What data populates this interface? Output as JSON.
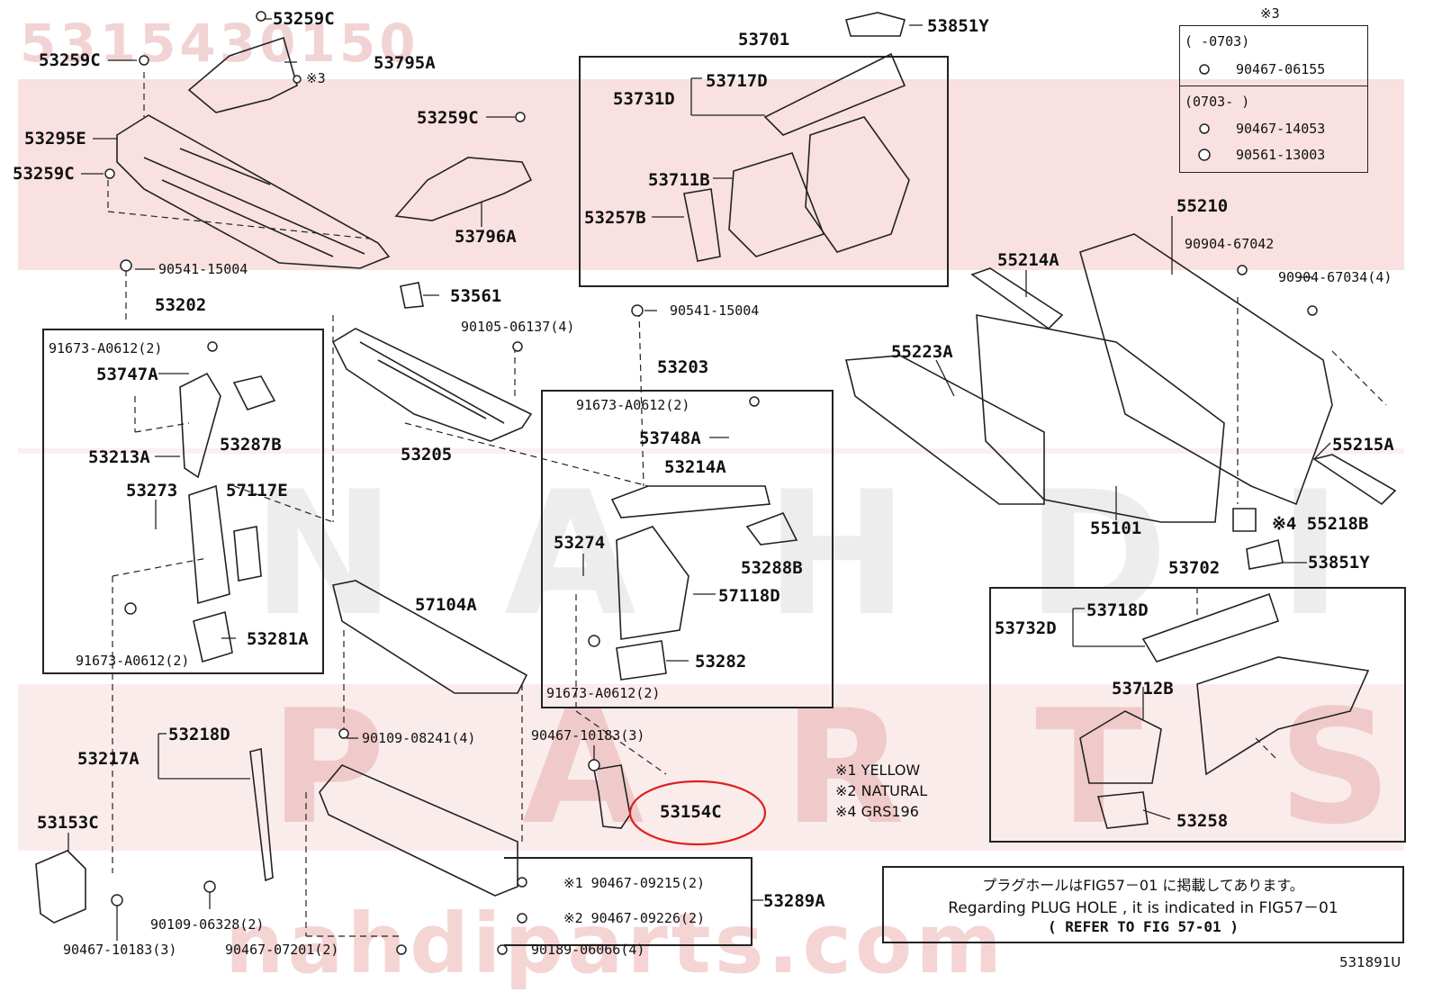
{
  "watermark": {
    "part_number": "5315430150",
    "brand_bottom": "nahdiparts.com",
    "letters": [
      "N",
      "A",
      "H",
      "D",
      "I"
    ],
    "letters2": [
      "P",
      "A",
      "R",
      "T",
      "S"
    ]
  },
  "labels": {
    "l53259c_a": "53259C",
    "l53259c_b": "53259C",
    "l53259c_c": "53259C",
    "l53795a": "53795A",
    "l_x3": "※3",
    "l53295e": "53295E",
    "l53796a": "53796A",
    "l90541_a": "90541-15004",
    "l53202": "53202",
    "l91673_a": "91673-A0612(2)",
    "l53747a": "53747A",
    "l53287b": "53287B",
    "l53213a": "53213A",
    "l53273": "53273",
    "l57117e": "57117E",
    "l53281a": "53281A",
    "l91673_b": "91673-A0612(2)",
    "l53561": "53561",
    "l90105": "90105-06137(4)",
    "l53205": "53205",
    "l90541_b": "90541-15004",
    "l53203": "53203",
    "l91673_c": "91673-A0612(2)",
    "l53748a": "53748A",
    "l53214a": "53214A",
    "l53274": "53274",
    "l53288b": "53288B",
    "l57118d": "57118D",
    "l53282": "53282",
    "l91673_d": "91673-A0612(2)",
    "l57104a": "57104A",
    "l90109_a": "90109-08241(4)",
    "l90467_a": "90467-10183(3)",
    "l53154c": "53154C",
    "l53218d": "53218D",
    "l53217a": "53217A",
    "l53153c": "53153C",
    "l90109_b": "90109-06328(2)",
    "l90467_b": "90467-10183(3)",
    "l90467_c": "90467-07201(2)",
    "l90467_d": "※1 90467-09215(2)",
    "l90467_e": "※2 90467-09226(2)",
    "l90189": "90189-06066(4)",
    "l53289a": "53289A",
    "l53701": "53701",
    "l53851y_a": "53851Y",
    "l53717d": "53717D",
    "l53731d": "53731D",
    "l53711b": "53711B",
    "l53257b": "53257B",
    "l55210": "55210",
    "l90904_a": "90904-67042",
    "l90904_b": "90904-67034(4)",
    "l55214a": "55214A",
    "l55223a": "55223A",
    "l55215a": "55215A",
    "l55101": "55101",
    "l55218b": "※4 55218B",
    "l53851y_b": "53851Y",
    "l53702": "53702",
    "l53718d": "53718D",
    "l53732d": "53732D",
    "l53712b": "53712B",
    "l53258": "53258",
    "diagram_code": "531891U"
  },
  "legend_x3": {
    "title": "※3",
    "row1_range": "(     -0703)",
    "row1_part": "90467-06155",
    "row2_range": "(0703-      )",
    "row2_part_a": "90467-14053",
    "row2_part_b": "90561-13003"
  },
  "color_notes": [
    "※1 YELLOW",
    "※2 NATURAL",
    "※4 GRS196"
  ],
  "plug_note": {
    "line1": "プラグホールはFIG57－01 に掲載してあります。",
    "line2": "Regarding  PLUG HOLE , it is indicated in FIG57－01",
    "line3": "(   REFER TO FIG 57-01   )"
  },
  "highlight": {
    "target": "53154C",
    "color": "#e02020"
  }
}
